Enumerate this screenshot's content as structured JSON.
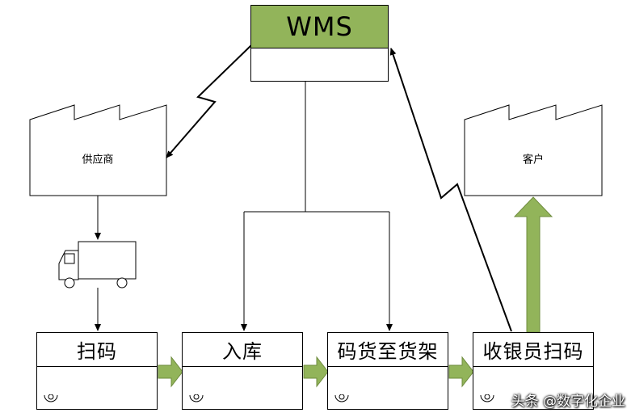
{
  "wms": {
    "title": "WMS"
  },
  "supplier": {
    "label": "供应商"
  },
  "customer": {
    "label": "客户"
  },
  "steps": [
    {
      "label": "扫码"
    },
    {
      "label": "入库"
    },
    {
      "label": "码货至货架"
    },
    {
      "label": "收银员扫码"
    }
  ],
  "watermark": {
    "text": "头条 @数字化企业"
  },
  "colors": {
    "wms_header": "#92b45a",
    "flow_arrow": "#92b45a",
    "stroke": "#000000"
  },
  "icons": {
    "truck": "truck-icon",
    "operator": "operator-icon"
  }
}
